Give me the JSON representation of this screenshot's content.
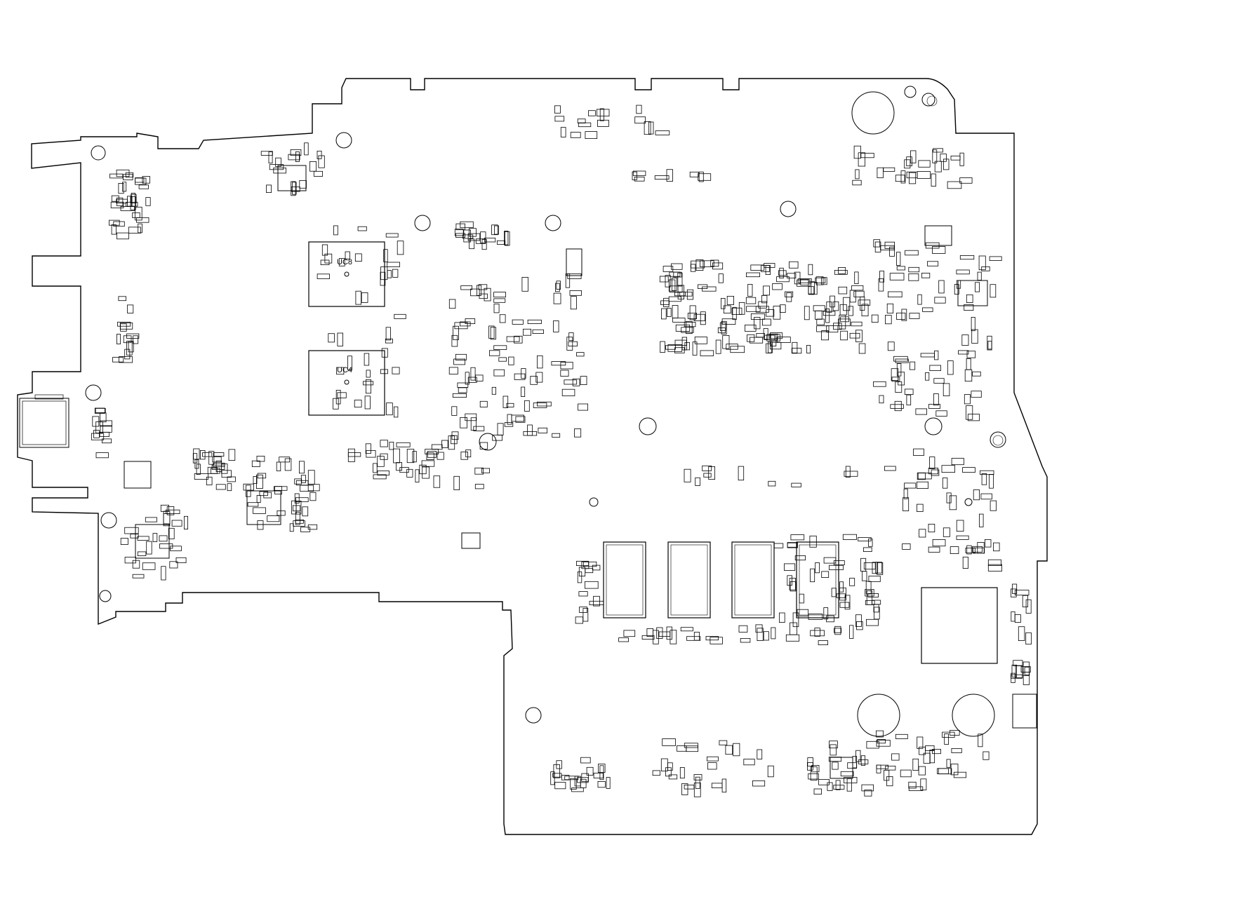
{
  "diagram": {
    "type": "pcb-silkscreen-layout",
    "colors": {
      "background": "#ffffff",
      "ink": "#000000"
    },
    "labels": {
      "uc8": "UC8",
      "uc4": "UC4"
    }
  }
}
